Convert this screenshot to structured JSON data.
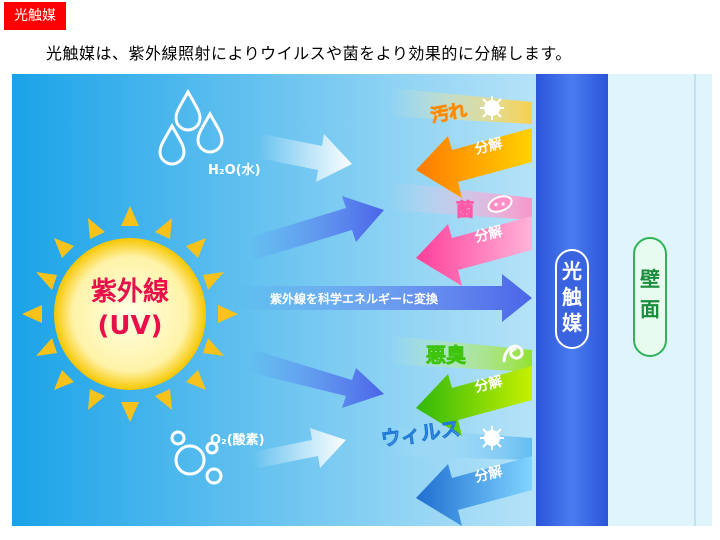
{
  "header": {
    "badge": "光触媒",
    "subtitle": "光触媒は、紫外線照射によりウイルスや菌をより効果的に分解します。"
  },
  "diagram": {
    "sun_label_1": "紫外線",
    "sun_label_2": "(UV)",
    "water_label": "H₂O(水)",
    "oxygen_label": "O₂(酸素)",
    "conversion_label": "紫外線を科学エネルギーに変換",
    "photocatalyst_label": "光\n触\n媒",
    "wall_label": "壁\n面",
    "targets": [
      {
        "name": "汚れ",
        "result": "分解",
        "color": "#ff8a00",
        "icon": "dirt-icon"
      },
      {
        "name": "菌",
        "result": "分解",
        "color": "#ff5aa8",
        "icon": "germ-icon"
      },
      {
        "name": "悪臭",
        "result": "分解",
        "color": "#3ec40d",
        "icon": "odor-icon"
      },
      {
        "name": "ウィルス",
        "result": "分解",
        "color": "#1f7ad6",
        "icon": "virus-icon"
      }
    ]
  }
}
